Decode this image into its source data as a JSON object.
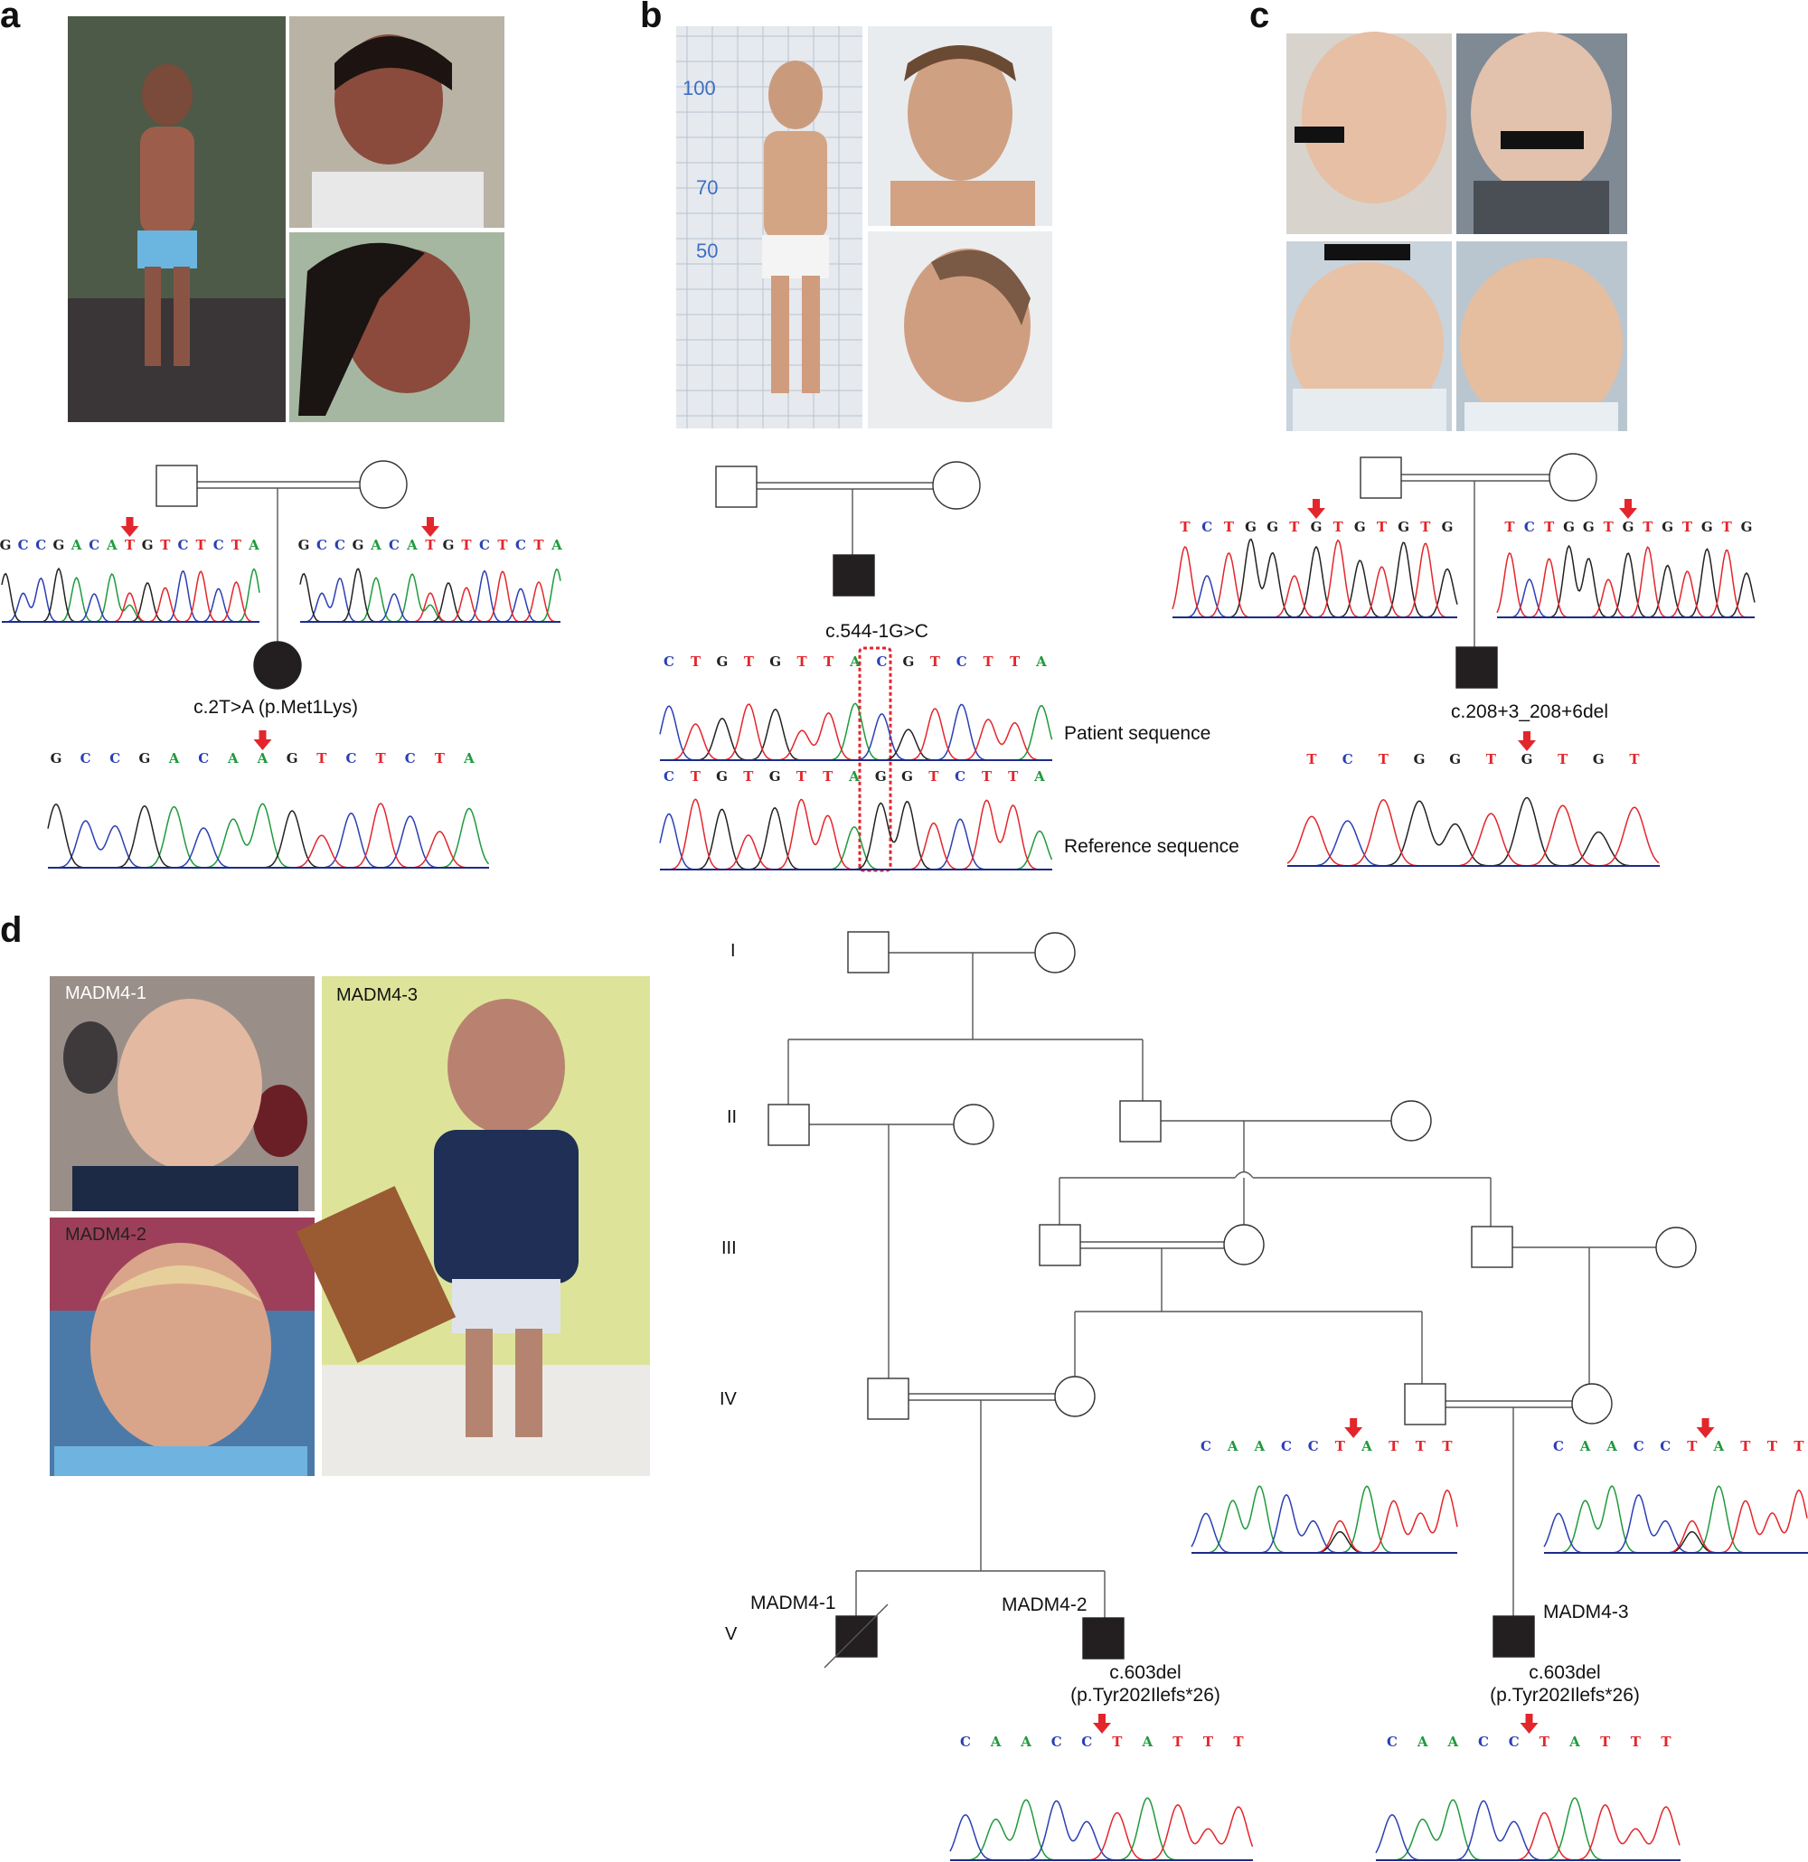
{
  "panels": {
    "a": {
      "label": "a",
      "mutation": "c.2T>A (p.Met1Lys)",
      "father_seq": {
        "bases": "GCCGACATGTCTCTA",
        "variant_index": 7,
        "het_base": "A"
      },
      "mother_seq": {
        "bases": "GCCGACATGTCTCTA",
        "variant_index": 7,
        "het_base": "A"
      },
      "patient_seq": {
        "bases": "GCCGACAAGTCTCTA",
        "variant_index": 7
      }
    },
    "b": {
      "label": "b",
      "mutation": "c.544-1G>C",
      "patient_label": "Patient sequence",
      "reference_label": "Reference sequence",
      "patient_seq": {
        "bases": "CTGTGTTACGTCTTA",
        "variant_index": 8
      },
      "reference_seq": {
        "bases": "CTGTGTTAGGTCTTA",
        "variant_index": 8
      },
      "height_chart_marks": [
        "100",
        "70",
        "50"
      ]
    },
    "c": {
      "label": "c",
      "mutation": "c.208+3_208+6del",
      "father_seq": {
        "bases": "TCTGGTGTGTGTG",
        "variant_index": 6
      },
      "mother_seq": {
        "bases": "TCTGGTGTGTGTG",
        "variant_index": 6
      },
      "patient_seq": {
        "bases": "TCTGGTGTGT",
        "variant_index": 6
      }
    },
    "d": {
      "label": "d",
      "generations": [
        "I",
        "II",
        "III",
        "IV",
        "V"
      ],
      "photo_labels": [
        "MADM4-1",
        "MADM4-2",
        "MADM4-3"
      ],
      "patients": [
        "MADM4-1",
        "MADM4-2",
        "MADM4-3"
      ],
      "mutation_line1": "c.603del",
      "mutation_line2": "(p.Tyr202Ilefs*26)",
      "carrier_seq_left": {
        "bases": "CAACCTATTT",
        "variant_index": 5,
        "het_base": "G"
      },
      "carrier_seq_right": {
        "bases": "CAACCTATTT",
        "variant_index": 5,
        "het_base": "G"
      },
      "patient_seq_2": {
        "bases": "CAACCTATTT",
        "variant_index": 5
      },
      "patient_seq_3": {
        "bases": "CAACCTATTT",
        "variant_index": 5
      }
    }
  },
  "base_colors": {
    "A": "#1f9a3c",
    "C": "#2b3fb3",
    "G": "#222222",
    "T": "#e3262b"
  },
  "arrow_color": "#e3262b"
}
